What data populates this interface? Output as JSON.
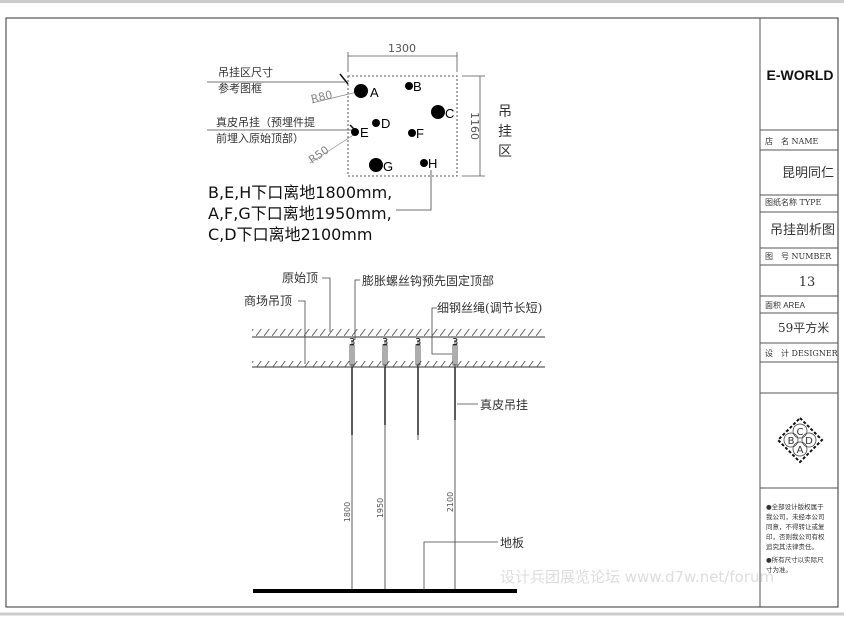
{
  "title_block": {
    "brand": "E-WORLD",
    "store_label": "店　名 NAME",
    "store_value": "昆明同仁",
    "type_label": "图纸名称 TYPE",
    "type_value": "吊挂剖析图",
    "number_label": "图　号 NUMBER",
    "number_value": "13",
    "area_label": "面积 AREA",
    "area_value": "59平方米",
    "designer_label": "设　计 DESIGNER",
    "designer_value": "",
    "logo_letters": [
      "C",
      "B",
      "D",
      "A"
    ],
    "notes": [
      [
        "●全部设计版权属于",
        "我公司，未经本公司",
        "同意，不得转让或复",
        "印，否则我公司有权",
        "追究其法律责任。"
      ],
      [
        "●所有尺寸以实际尺",
        "寸为准。"
      ]
    ]
  },
  "plan": {
    "width_dim": "1300",
    "height_dim": "1160",
    "zone_label": [
      "吊",
      "挂",
      "区"
    ],
    "frame_note": [
      "吊挂区尺寸",
      "参考图框"
    ],
    "hanger_note": [
      "真皮吊挂（预埋件提",
      "前埋入原始顶部）"
    ],
    "radius_large": "R80",
    "radius_small": "R50",
    "points": [
      "A",
      "B",
      "C",
      "D",
      "E",
      "F",
      "G",
      "H"
    ],
    "height_notes": [
      "B,E,H下口离地1800mm,",
      "A,F,G下口离地1950mm,",
      "C,D下口离地2100mm"
    ]
  },
  "section": {
    "original_ceiling": "原始顶",
    "mall_ceiling": "商场吊顶",
    "hook_note": "膨胀螺丝钩预先固定顶部",
    "wire_note": "细钢丝绳(调节长短)",
    "leather_note": "真皮吊挂",
    "floor": "地板",
    "dims": [
      "1800",
      "1950",
      "2100"
    ]
  },
  "watermark": "设计兵团展览论坛 www.d7w.net/forum"
}
